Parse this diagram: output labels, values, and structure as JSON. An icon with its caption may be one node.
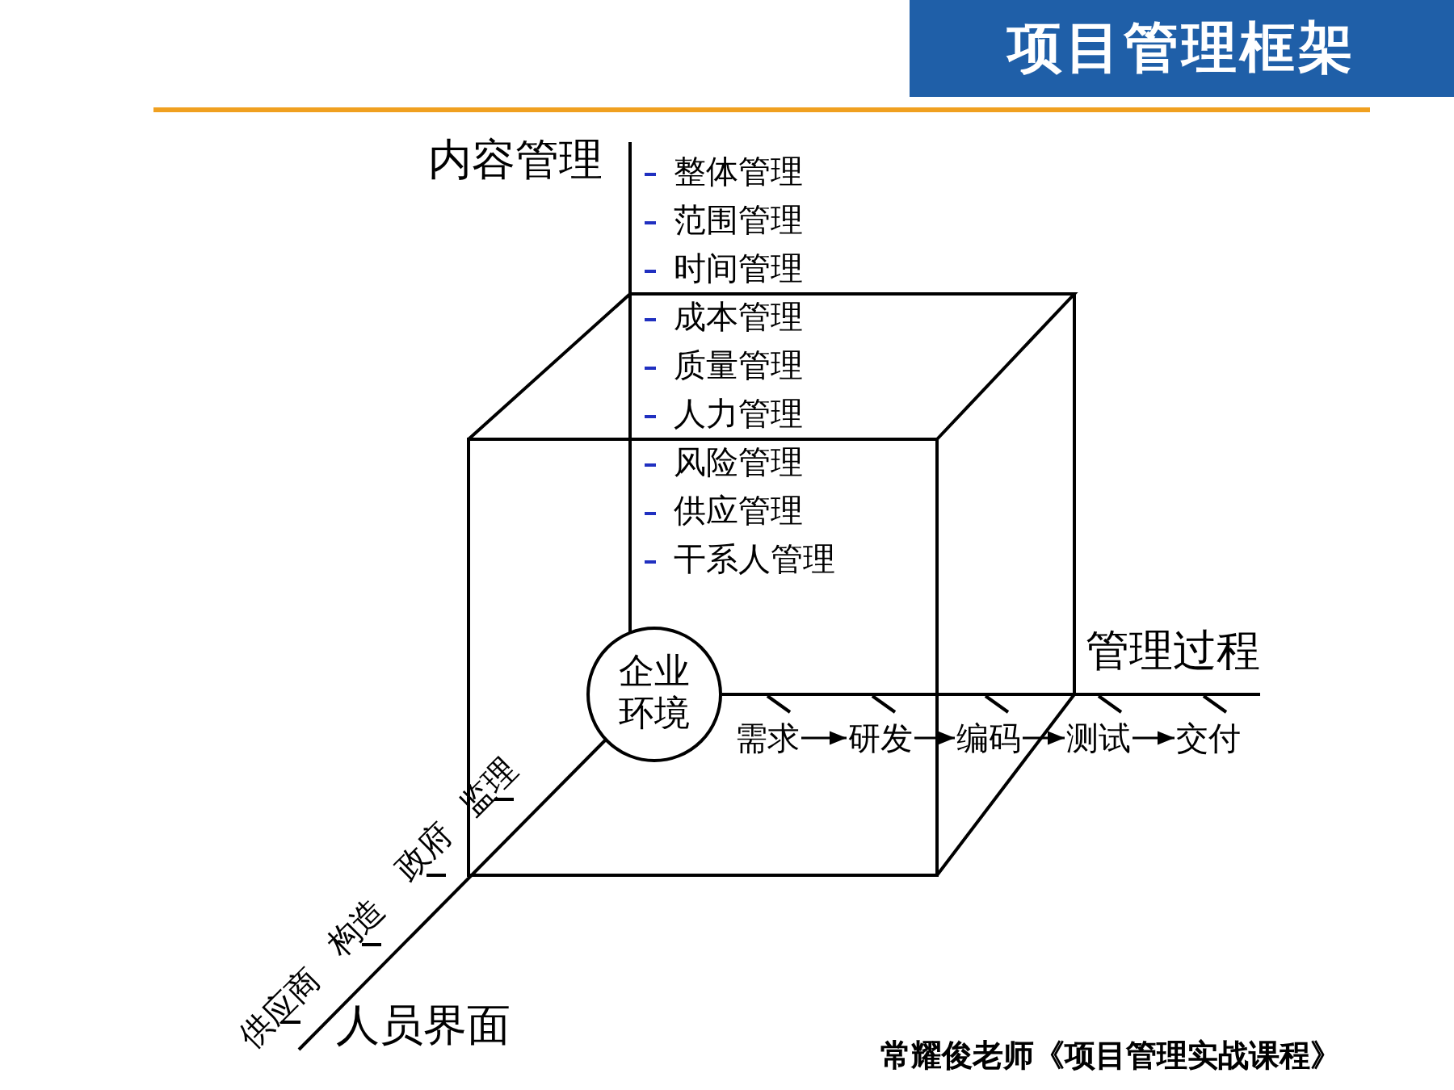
{
  "diagram": {
    "title": "项目管理框架",
    "nodes": [
      {
        "text": [
          "企业环境"
        ]
      },
      {
        "text": [
          "需求"
        ]
      },
      {
        "text": [
          "研发"
        ]
      },
      {
        "text": [
          "编码"
        ]
      },
      {
        "text": [
          "测试"
        ]
      },
      {
        "text": [
          "交付"
        ]
      }
    ],
    "edges": [
      {
        "from": 1,
        "to": 2,
        "arrow": "to"
      },
      {
        "from": 2,
        "to": 3,
        "arrow": "to"
      },
      {
        "from": 3,
        "to": 4,
        "arrow": "to"
      },
      {
        "from": 4,
        "to": 5,
        "arrow": "to"
      }
    ],
    "labels": [
      "内容管理",
      "整体管理",
      "范围管理",
      "时间管理",
      "成本管理",
      "质量管理",
      "人力管理",
      "风险管理",
      "供应管理",
      "干系人管理",
      "管理过程",
      "监理",
      "政府",
      "构造",
      "供应商",
      "人员界面",
      "常耀俊老师《项目管理实战课程》"
    ]
  }
}
